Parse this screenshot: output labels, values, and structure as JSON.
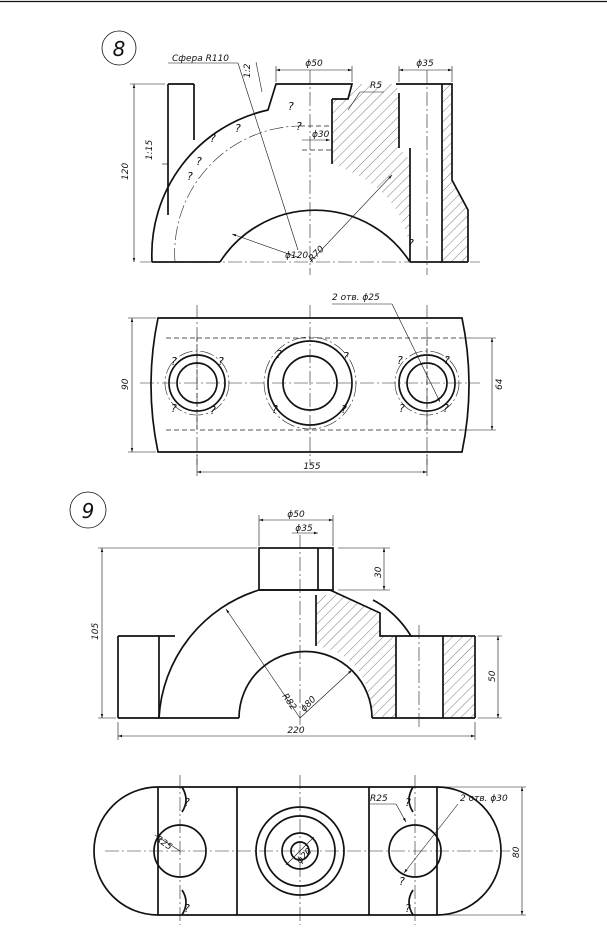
{
  "fig8": {
    "number": "8",
    "sphere_label": "Сфера R110",
    "taper_1_2": "1:2",
    "taper_1_15": "1:15",
    "d50": "ϕ50",
    "d35": "ϕ35",
    "r5": "R5",
    "d30": "ϕ30",
    "h120": "120",
    "d120": "ϕ120",
    "r70": "R70",
    "holes": "2 отв. ϕ25",
    "w90": "90",
    "w64": "64",
    "l155": "155",
    "q": "?"
  },
  "fig9": {
    "number": "9",
    "d50": "ϕ50",
    "d35": "ϕ35",
    "h30": "30",
    "h105": "105",
    "h50": "50",
    "r82": "R82",
    "d80": "ϕ80",
    "l220": "220",
    "r25a": "R25",
    "r25b": "R25",
    "holes": "2 отв. ϕ30",
    "d20": "ϕ20",
    "w80": "80",
    "q": "?"
  }
}
